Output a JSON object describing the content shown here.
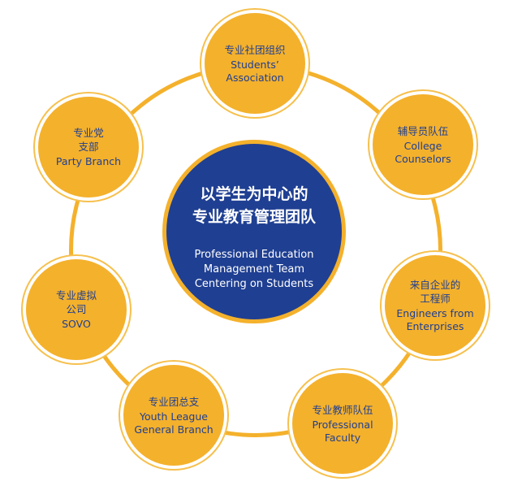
{
  "colors": {
    "accent_gold": "#f4b12c",
    "center_blue": "#1f3f92",
    "text_blue": "#1f3f92",
    "background": "#ffffff"
  },
  "center": {
    "zh_line1": "以学生为中心的",
    "zh_line2": "专业教育管理团队",
    "en_line1": "Professional Education",
    "en_line2": "Management Team",
    "en_line3": "Centering on Students"
  },
  "nodes": [
    {
      "zh": "专业社团组织",
      "en": "Students’\nAssociation"
    },
    {
      "zh": "辅导员队伍",
      "en": "College\nCounselors"
    },
    {
      "zh": "来自企业的\n工程师",
      "en": "Engineers from\nEnterprises"
    },
    {
      "zh": "专业教师队伍",
      "en": "Professional\nFaculty"
    },
    {
      "zh": "专业团总支",
      "en": "Youth League\nGeneral Branch"
    },
    {
      "zh": "专业虚拟\n公司",
      "en": "SOVO"
    },
    {
      "zh": "专业党\n支部",
      "en": "Party Branch"
    }
  ]
}
